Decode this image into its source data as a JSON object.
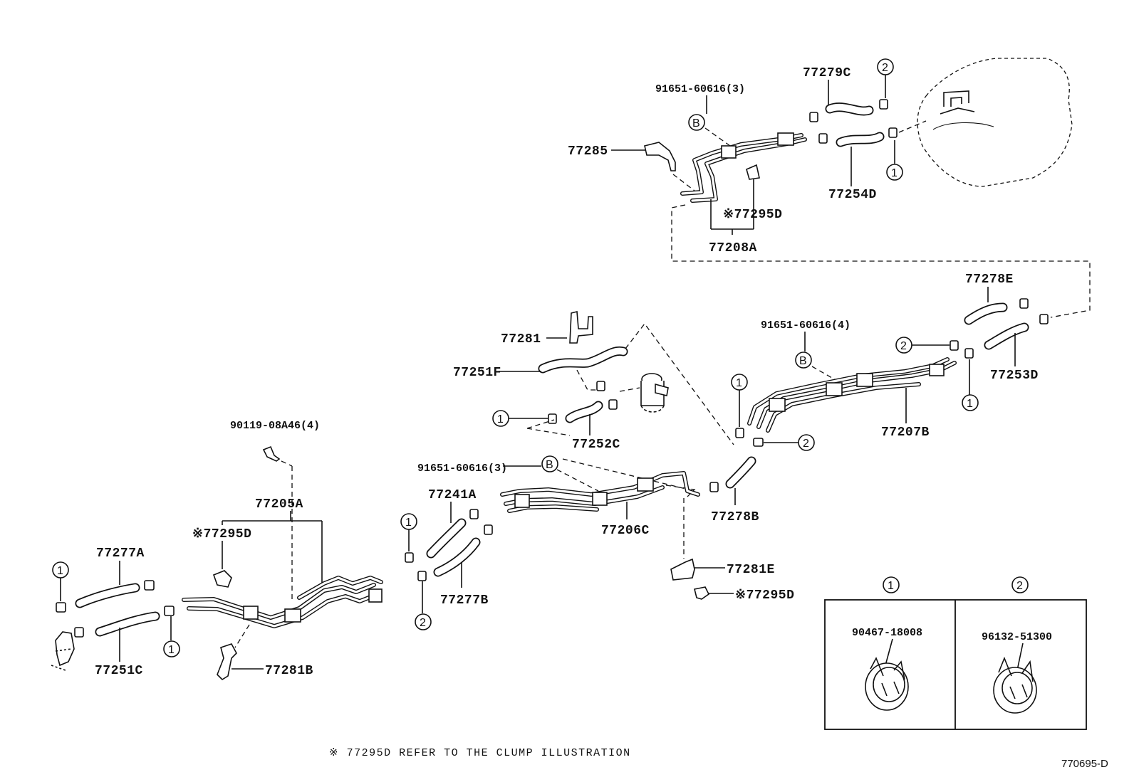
{
  "labels": {
    "p91651_top": "91651-60616(3)",
    "p77279C": "77279C",
    "p77285": "77285",
    "p77254D": "77254D",
    "p77295D_top": "※77295D",
    "p77208A": "77208A",
    "p77278E": "77278E",
    "p91651_right": "91651-60616(4)",
    "p77253D": "77253D",
    "p77207B": "77207B",
    "p77281": "77281",
    "p77251F": "77251F",
    "p77252C": "77252C",
    "p91651_mid": "91651-60616(3)",
    "p77241A": "77241A",
    "p77206C": "77206C",
    "p77278B": "77278B",
    "p77277B": "77277B",
    "p77281E": "77281E",
    "p77295D_right": "※77295D",
    "p90119": "90119-08A46(4)",
    "p77205A": "77205A",
    "p77295D_left": "※77295D",
    "p77277A": "77277A",
    "p77251C": "77251C",
    "p77281B": "77281B"
  },
  "callouts": {
    "one": "1",
    "two": "2",
    "b": "B"
  },
  "legend": {
    "col1_number": "1",
    "col1_part": "90467-18008",
    "col2_number": "2",
    "col2_part": "96132-51300"
  },
  "footnote": "※ 77295D REFER TO THE CLUMP ILLUSTRATION",
  "diagram_code": "770695-D"
}
